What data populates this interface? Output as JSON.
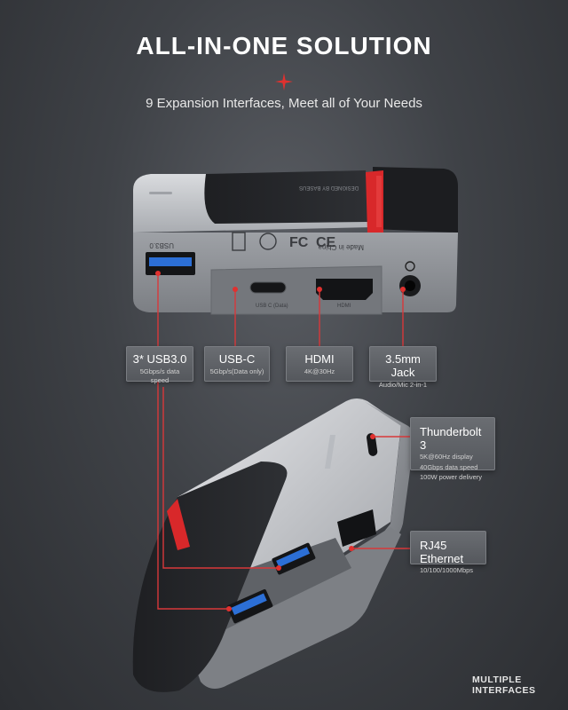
{
  "header": {
    "title": "ALL-IN-ONE SOLUTION",
    "subtitle": "9 Expansion Interfaces, Meet all of Your Needs"
  },
  "labels": {
    "usb30": {
      "title": "3* USB3.0",
      "sub": "5Gbps/s data speed"
    },
    "usbc": {
      "title": "USB-C",
      "sub": "5Gbp/s(Data only)"
    },
    "hdmi": {
      "title": "HDMI",
      "sub": "4K@30Hz"
    },
    "jack": {
      "title": "3.5mm Jack",
      "sub": "Audio/Mic 2-in-1"
    },
    "thunderbolt": {
      "title": "Thunderbolt 3",
      "sub1": "5K@60Hz display",
      "sub2": "40Gbps data speed",
      "sub3": "100W power delivery"
    },
    "rj45": {
      "title": "RJ45 Ethernet",
      "sub": "10/100/1000Mbps"
    }
  },
  "device": {
    "brand": "DESIGNED BY BASEUS",
    "made_in": "Made in China",
    "port_usb3": "USB3.0",
    "port_usbc": "USB C (Data)",
    "port_hdmi": "HDMI"
  },
  "footer": {
    "line1": "MULTIPLE",
    "line2": "INTERFACES"
  },
  "colors": {
    "accent": "#e0312f",
    "callout_line": "#d8383a"
  }
}
